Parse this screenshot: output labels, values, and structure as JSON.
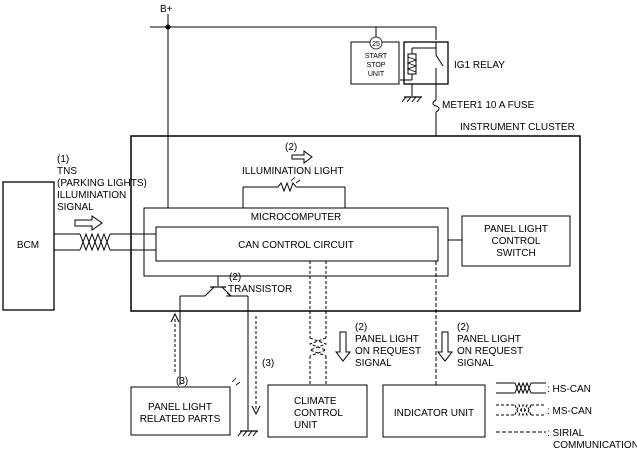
{
  "supply": {
    "b_plus": "B+"
  },
  "relay": {
    "start_stop_num": "25",
    "start_stop_lines": [
      "START",
      "STOP",
      "UNIT"
    ],
    "ig1_label": "IG1 RELAY",
    "fuse_label": "METER1 10 A FUSE"
  },
  "cluster": {
    "title": "INSTRUMENT CLUSTER"
  },
  "annotations": {
    "tns_lines": [
      "(1)",
      "TNS",
      "(PARKING LIGHTS)",
      "ILLUMINATION",
      "SIGNAL"
    ],
    "illum_num": "(2)",
    "illum_label": "ILLUMINATION LIGHT",
    "transistor_num": "(2)",
    "transistor_label": "TRANSISTOR",
    "panel_related_num": "(3)",
    "ground_num": "(3)",
    "request1_lines": [
      "(2)",
      "PANEL LIGHT",
      "ON REQUEST",
      "SIGNAL"
    ],
    "request2_lines": [
      "(2)",
      "PANEL LIGHT",
      "ON REQUEST",
      "SIGNAL"
    ]
  },
  "blocks": {
    "bcm": "BCM",
    "microcomputer": "MICROCOMPUTER",
    "can_control": "CAN CONTROL CIRCUIT",
    "panel_switch_lines": [
      "PANEL LIGHT",
      "CONTROL",
      "SWITCH"
    ],
    "panel_related_lines": [
      "PANEL LIGHT",
      "RELATED PARTS"
    ],
    "climate_lines": [
      "CLIMATE",
      "CONTROL",
      "UNIT"
    ],
    "indicator": "INDICATOR UNIT"
  },
  "legend": {
    "hs_can": ": HS-CAN",
    "ms_can": ": MS-CAN",
    "serial_lines": [
      ": SIRIAL",
      "COMMUNICATION"
    ]
  }
}
